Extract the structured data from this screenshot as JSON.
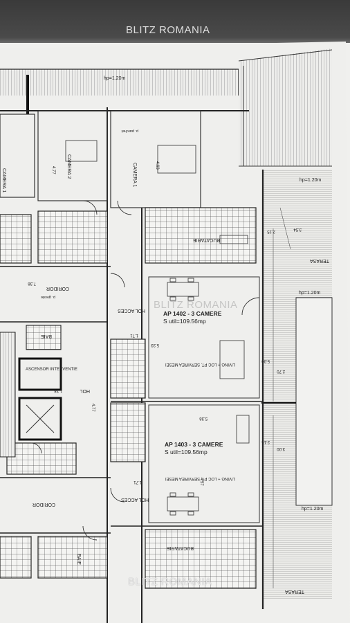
{
  "watermarks": {
    "top": "BLITZ ROMANIA",
    "middle": "BLITZ ROMANIA",
    "bottom": "BLITZ ROMANIA"
  },
  "height_notes": {
    "top": "hp=1.20m",
    "terrace_a": "hp=1.20m",
    "terrace_b": "hp=1.20m",
    "terrace_c": "hp=1.20m"
  },
  "rooms": {
    "camera_a": "CAMERA 1",
    "camera_b": "CAMERA 2",
    "camera_c": "CAMERA 1",
    "bucatarie_top": "BUCATARIE",
    "corridor_top": "CORIDOR",
    "hol_acces_top": "HOL ACCES",
    "bai": "BAIE",
    "ascensor": "ASCENSOR INTERVENTIE",
    "hol_mid": "HOL",
    "corridor_bottom": "CORIDOR",
    "hol_acces_bottom": "HOL ACCES",
    "bucatarie_bottom": "BUCATARIE",
    "terasa_top": "TERASA",
    "terasa_bottom": "TERASA",
    "living_top": "LIVING + LOC PT. SERVIREA MESEI",
    "living_bottom": "LIVING + LOC PT. SERVIREA MESEI",
    "bai_bottom": "BAIE"
  },
  "apartments": [
    {
      "name": "AP 1402 - 3 CAMERE",
      "area": "S util=109.56mp"
    },
    {
      "name": "AP 1403 - 3 CAMERE",
      "area": "S util=109.56mp"
    }
  ],
  "dimensions": {
    "d1": "4.77",
    "d2": "4.63",
    "d3": "5.33",
    "d4": "3.54",
    "d5": "2.15",
    "d6": "5.00",
    "d7": "2.70",
    "d8": "5.38",
    "d9": "4.57",
    "d10": "2.15",
    "d11": "3.00",
    "d12": "1.71",
    "d13": "1.71",
    "d14": "7.38",
    "d15": "1.38",
    "d16": "4.77"
  },
  "floor_notes": {
    "parchet": "p. parchet",
    "gresie": "p. gresie"
  }
}
